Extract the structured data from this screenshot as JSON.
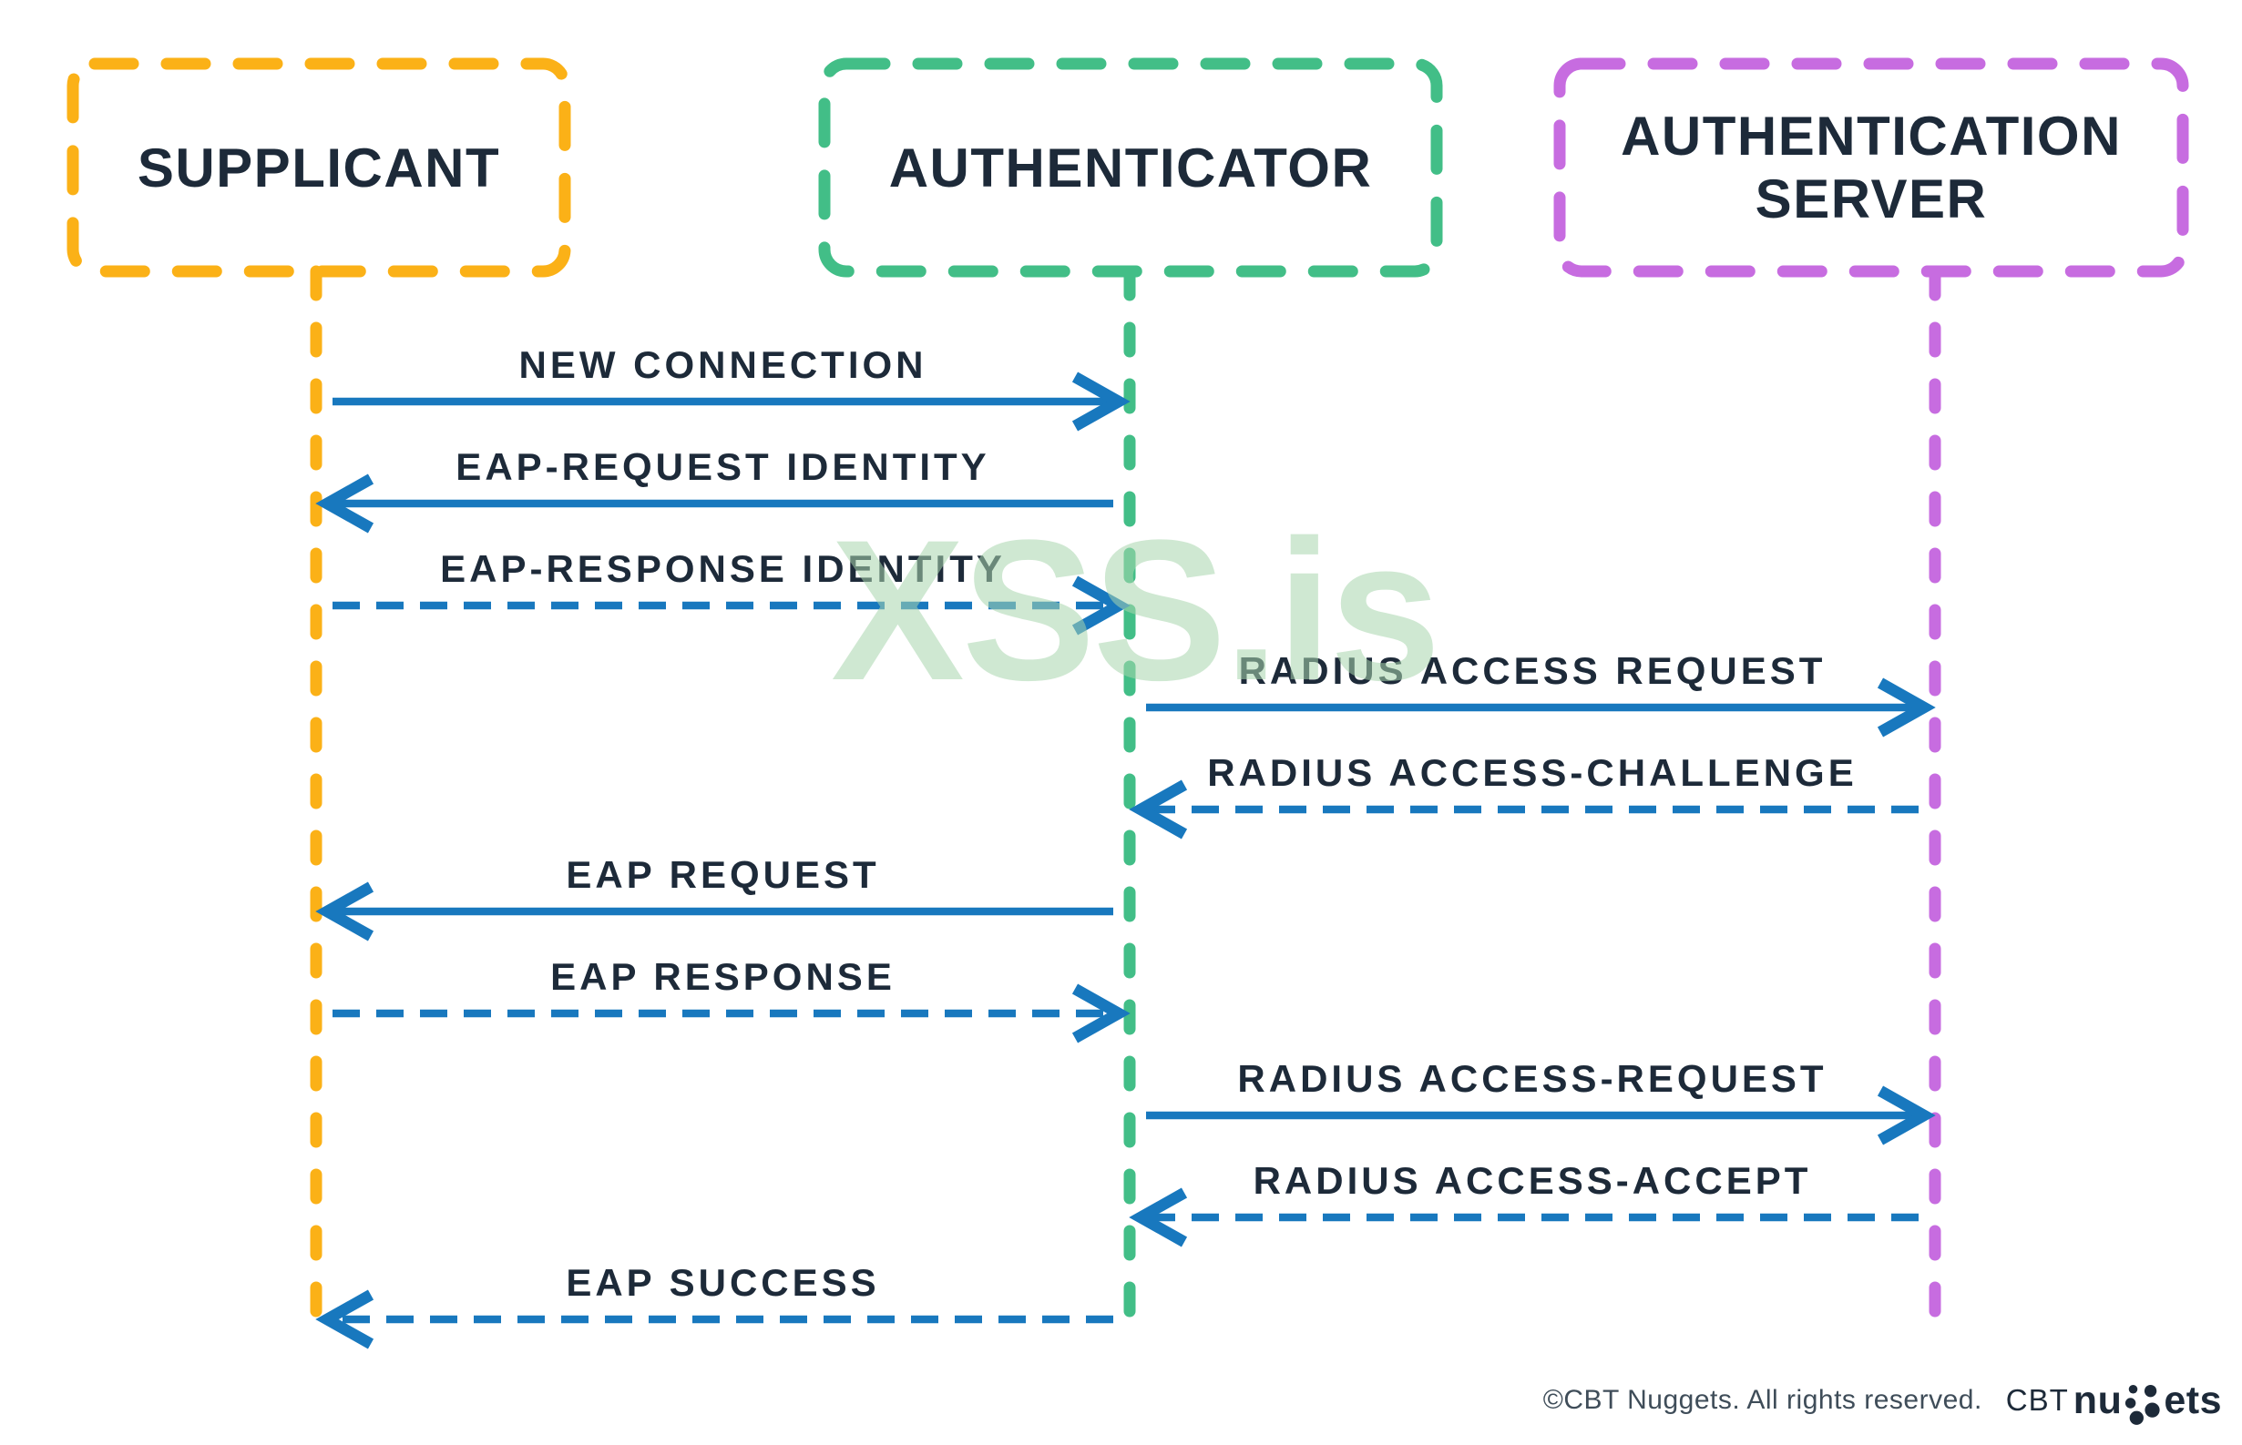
{
  "actors": [
    {
      "id": "supplicant",
      "label": "SUPPLICANT",
      "color": "#FBB117"
    },
    {
      "id": "authenticator",
      "label": "AUTHENTICATOR",
      "color": "#42BE87"
    },
    {
      "id": "auth_server",
      "label": "AUTHENTICATION SERVER",
      "color": "#C76CE0"
    }
  ],
  "messages": [
    {
      "label": "NEW CONNECTION",
      "from": "supplicant",
      "to": "authenticator",
      "line": "solid"
    },
    {
      "label": "EAP-REQUEST IDENTITY",
      "from": "authenticator",
      "to": "supplicant",
      "line": "solid"
    },
    {
      "label": "EAP-RESPONSE IDENTITY",
      "from": "supplicant",
      "to": "authenticator",
      "line": "dashed"
    },
    {
      "label": "RADIUS ACCESS REQUEST",
      "from": "authenticator",
      "to": "auth_server",
      "line": "solid"
    },
    {
      "label": "RADIUS ACCESS-CHALLENGE",
      "from": "auth_server",
      "to": "authenticator",
      "line": "dashed"
    },
    {
      "label": "EAP REQUEST",
      "from": "authenticator",
      "to": "supplicant",
      "line": "solid"
    },
    {
      "label": "EAP RESPONSE",
      "from": "supplicant",
      "to": "authenticator",
      "line": "dashed"
    },
    {
      "label": "RADIUS ACCESS-REQUEST",
      "from": "authenticator",
      "to": "auth_server",
      "line": "solid"
    },
    {
      "label": "RADIUS ACCESS-ACCEPT",
      "from": "auth_server",
      "to": "authenticator",
      "line": "dashed"
    },
    {
      "label": "EAP SUCCESS",
      "from": "authenticator",
      "to": "supplicant",
      "line": "dashed"
    }
  ],
  "colors": {
    "message_arrow": "#1878BE",
    "label_text": "#1D2A39",
    "watermark": "#A9D6AE",
    "footer_text": "#3F4D59",
    "logo_text": "#1D2A39"
  },
  "watermark": "XSS.is",
  "footer": {
    "copyright": "©CBT Nuggets. All rights reserved.",
    "logo_cbt": "CBT",
    "logo_nu": "nu",
    "logo_ets": "ets"
  }
}
